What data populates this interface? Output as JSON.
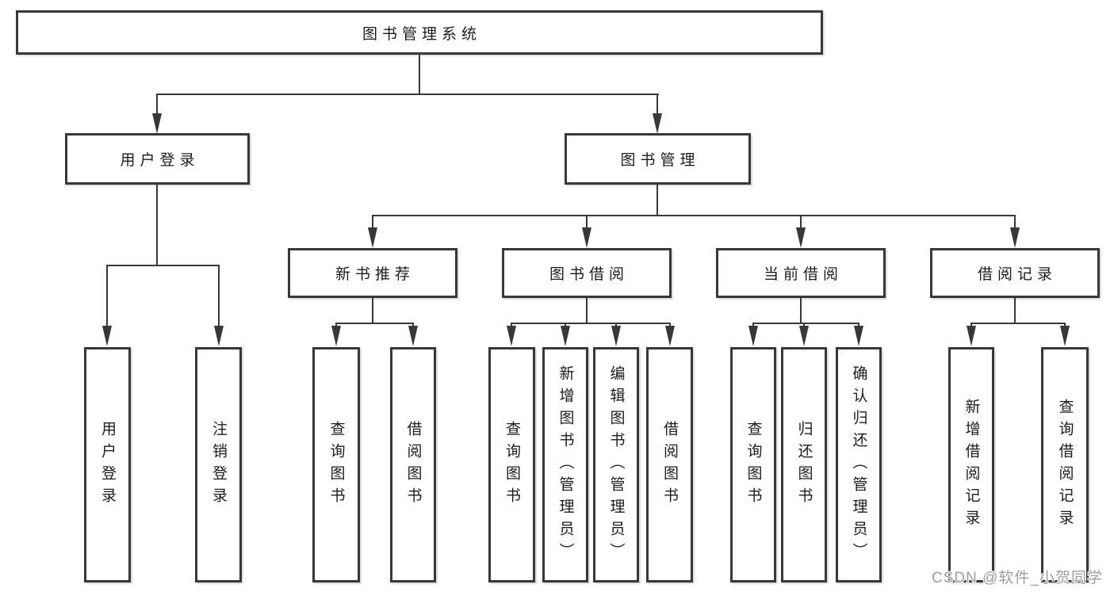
{
  "tree": {
    "root": {
      "label": "图书管理系统"
    },
    "level2": [
      {
        "id": "user-login",
        "label": "用户登录"
      },
      {
        "id": "book-management",
        "label": "图书管理"
      }
    ],
    "level3": [
      {
        "id": "new-book-recommend",
        "label": "新书推荐",
        "parent": "图书管理"
      },
      {
        "id": "book-borrow",
        "label": "图书借阅",
        "parent": "图书管理"
      },
      {
        "id": "current-borrow",
        "label": "当前借阅",
        "parent": "图书管理"
      },
      {
        "id": "borrow-records",
        "label": "借阅记录",
        "parent": "图书管理"
      }
    ],
    "leaves": [
      {
        "id": "user-login-leaf",
        "label": "用户登录",
        "parent": "用户登录"
      },
      {
        "id": "logout",
        "label": "注销登录",
        "parent": "用户登录"
      },
      {
        "id": "query-books-recommend",
        "label": "查询图书",
        "parent": "新书推荐"
      },
      {
        "id": "borrow-books-recommend",
        "label": "借阅图书",
        "parent": "新书推荐"
      },
      {
        "id": "query-books-borrow",
        "label": "查询图书",
        "parent": "图书借阅"
      },
      {
        "id": "add-book-admin",
        "label": "新增图书（管理员）",
        "parent": "图书借阅"
      },
      {
        "id": "edit-book-admin",
        "label": "编辑图书（管理员）",
        "parent": "图书借阅"
      },
      {
        "id": "borrow-books",
        "label": "借阅图书",
        "parent": "图书借阅"
      },
      {
        "id": "query-books-current",
        "label": "查询图书",
        "parent": "当前借阅"
      },
      {
        "id": "return-book",
        "label": "归还图书",
        "parent": "当前借阅"
      },
      {
        "id": "confirm-return-admin",
        "label": "确认归还（管理员）",
        "parent": "当前借阅"
      },
      {
        "id": "add-borrow-record",
        "label": "新增借阅记录",
        "parent": "借阅记录"
      },
      {
        "id": "query-borrow-record",
        "label": "查询借阅记录",
        "parent": "借阅记录"
      }
    ]
  },
  "watermark": {
    "text": "CSDN @软件_小贺同学"
  },
  "colors": {
    "background": "#ffffff",
    "line": "#383838",
    "box_border": "#383838",
    "text": "#1c1c1c",
    "watermark": "#9e9e9e"
  }
}
